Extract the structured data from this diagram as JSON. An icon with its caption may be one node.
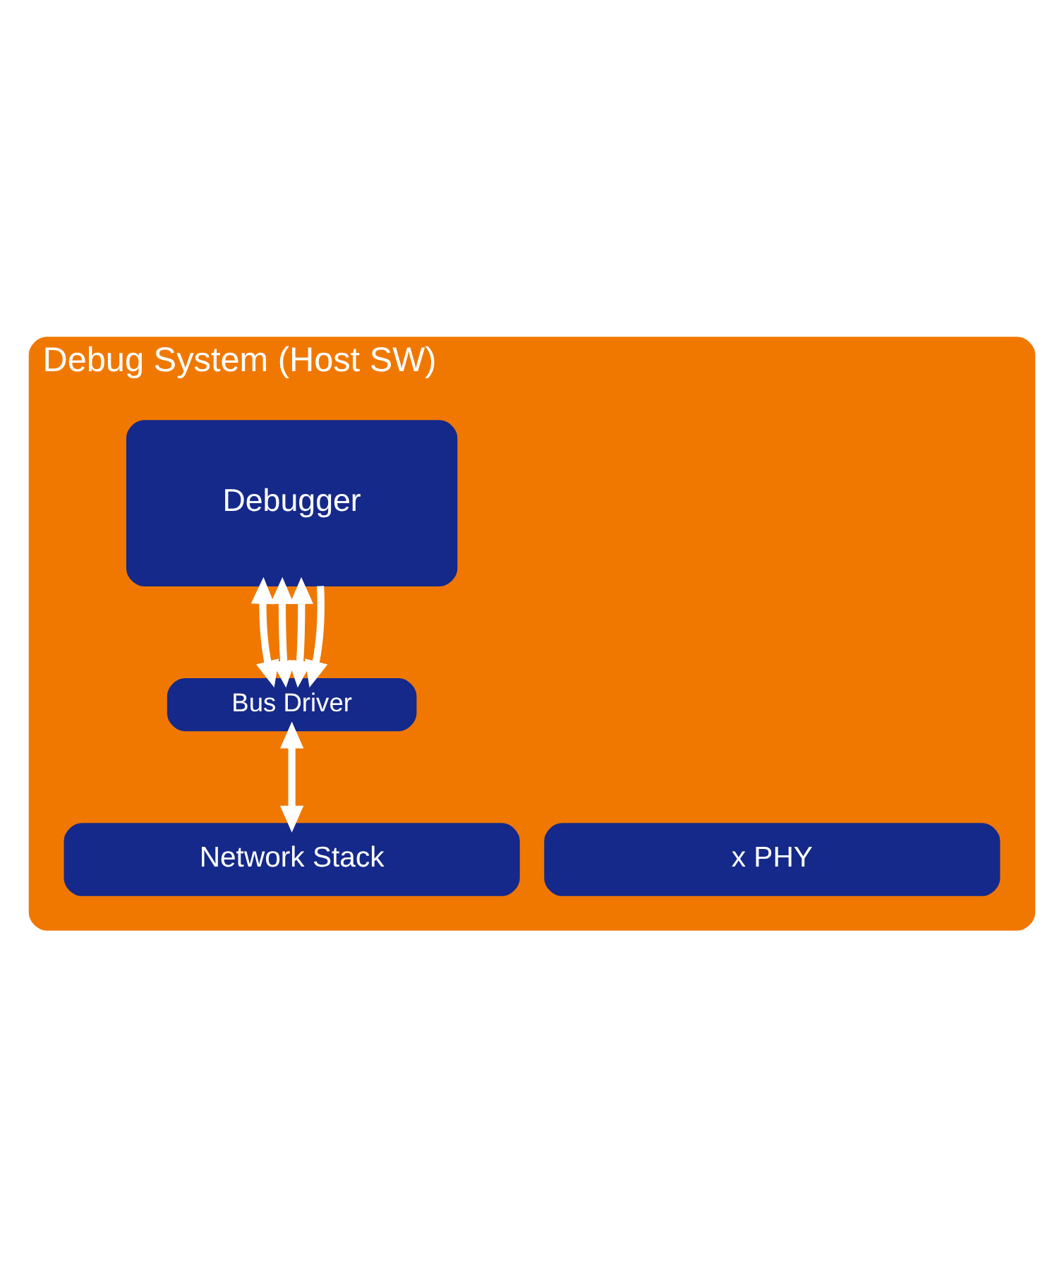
{
  "diagram": {
    "nodes": [
      {
        "text": [
          "Debug System (Host SW)"
        ]
      },
      {
        "text": [
          "Debugger"
        ],
        "in": 0
      },
      {
        "text": [
          "Bus Driver"
        ],
        "in": 0
      },
      {
        "text": [
          "Network Stack"
        ],
        "in": 0
      },
      {
        "text": [
          "x PHY"
        ],
        "in": 0
      }
    ],
    "edges": [
      {
        "from": 1,
        "to": 2,
        "arrow": "both"
      },
      {
        "from": 1,
        "to": 2,
        "arrow": "both"
      },
      {
        "from": 1,
        "to": 2,
        "arrow": "both"
      },
      {
        "from": 1,
        "to": 2,
        "arrow": "to"
      },
      {
        "from": 2,
        "to": 3,
        "arrow": "both"
      }
    ]
  }
}
